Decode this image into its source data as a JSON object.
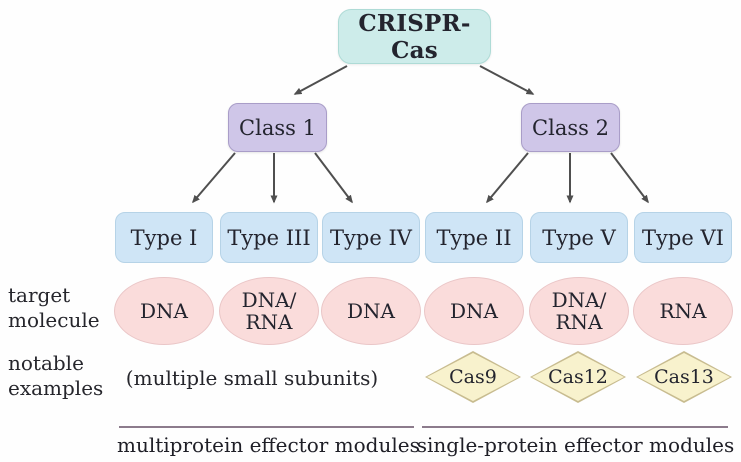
{
  "colors": {
    "root_box": "#cdecea",
    "class_box": "#cfc6e8",
    "type_box": "#cfe5f6",
    "target_ellipse": "#fadcdb",
    "example_diamond": "#f8f2cd",
    "arrow": "#4f4f4f",
    "footer_line": "#8c7b8c"
  },
  "diagram": {
    "root": {
      "label": "CRISPR-Cas"
    },
    "classes": [
      {
        "label": "Class 1"
      },
      {
        "label": "Class 2"
      }
    ],
    "types": [
      {
        "label": "Type I",
        "target": "DNA"
      },
      {
        "label": "Type III",
        "target": "DNA/\nRNA"
      },
      {
        "label": "Type IV",
        "target": "DNA"
      },
      {
        "label": "Type II",
        "target": "DNA"
      },
      {
        "label": "Type V",
        "target": "DNA/\nRNA"
      },
      {
        "label": "Type VI",
        "target": "RNA"
      }
    ],
    "examples": [
      "Cas9",
      "Cas12",
      "Cas13"
    ],
    "class1_note": "(multiple small subunits)",
    "row_labels": {
      "target": "target\nmolecule",
      "examples": "notable\nexamples"
    },
    "footers": [
      {
        "label": "multiprotein effector modules"
      },
      {
        "label": "single-protein effector modules"
      }
    ]
  }
}
